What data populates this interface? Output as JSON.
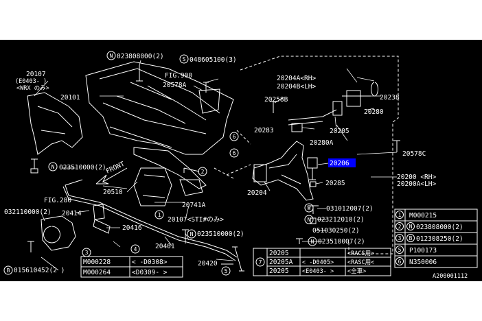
{
  "colors": {
    "background": "#000000",
    "page": "#ffffff",
    "line": "#ffffff",
    "highlight": "#0000ff"
  },
  "labels": {
    "n023808000_2": "023808000(2)",
    "s048605100_3": "048605100(3)",
    "p20107": "20107",
    "e0403": "(E0403- )",
    "wrx": "<WRX のみ>",
    "fig900": "FIG.900",
    "p20578a": "20578A",
    "p20101": "20101",
    "p20204a": "20204A<RH>",
    "p20204b": "20204B<LH>",
    "p20238": "20238",
    "p20258b": "20258B",
    "p20280": "20280",
    "p20283": "20283",
    "p20205": "20205",
    "p20280a": "20280A",
    "p20578c": "20578C",
    "p20206": "20206",
    "p20200": "20200 <RH>",
    "p20200a": "20200A<LH>",
    "p20285": "20285",
    "p20204": "20204",
    "n023510000_2a": "023510000(2)",
    "front": "FRONT",
    "p20510": "20510",
    "fig280": "FIG.280",
    "p20741a": "20741A",
    "p032110000": "032110000(2)",
    "p20414": "20414",
    "p20107sti": "20107<STI#のみ>",
    "w031012007": "031012007(2)",
    "n023212010": "023212010(2)",
    "n051030250": "051030250(2)",
    "p20416": "20416",
    "n023510000_2b": "023510000(2)",
    "n023510007": "023510007(2)",
    "p20401": "20401",
    "b015610452": "015610452(2 )",
    "p20420": "20420"
  },
  "callouts": {
    "c1": "1",
    "c2": "2",
    "c3": "3",
    "c4": "4",
    "c5": "5",
    "c6a": "6",
    "c6b": "6",
    "c7": "7",
    "n": "N",
    "s": "S",
    "b": "B",
    "w": "W"
  },
  "table_left": {
    "rows": [
      {
        "part": "M000228",
        "range": "< -D0308>"
      },
      {
        "part": "M000264",
        "range": "<D0309- >"
      }
    ]
  },
  "table_mid": {
    "ref": "7",
    "rows": [
      {
        "part": "20205",
        "range": "",
        "note": "<RACS用>"
      },
      {
        "part": "20205A",
        "range": "< -D0405>",
        "note": "<RASC用<"
      },
      {
        "part": "20205",
        "range": "<E0403- >",
        "note": "<全車>"
      }
    ]
  },
  "table_right": {
    "rows": [
      {
        "ref": "1",
        "badge": "",
        "part": "M000215"
      },
      {
        "ref": "2",
        "badge": "N",
        "part": "023808000(2)"
      },
      {
        "ref": "3",
        "badge": "B",
        "part": "012308250(2)"
      },
      {
        "ref": "5",
        "badge": "",
        "part": "P100173"
      },
      {
        "ref": "6",
        "badge": "",
        "part": "N350006"
      }
    ]
  },
  "catalog_code": "A200001112"
}
